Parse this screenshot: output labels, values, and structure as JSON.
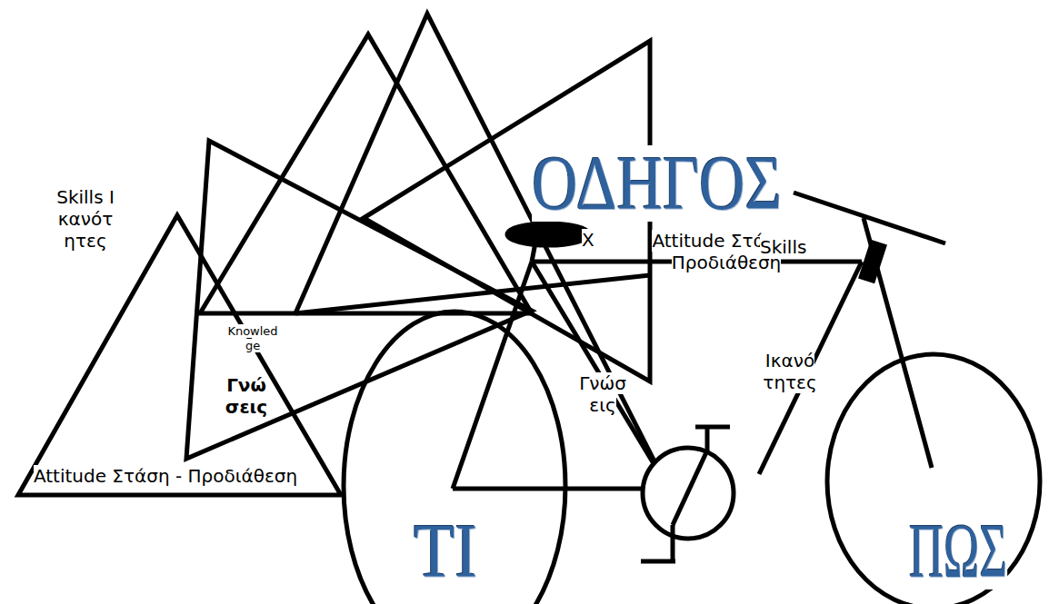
{
  "diagram": {
    "labels": [
      "ΟΔΗΓΟΣ",
      "Skills Ικανότητες",
      "Knowledge",
      "Γνώσεις",
      "Attitude Στάση - Προδιάθεση",
      "X",
      "Attitude Στάση - Προδιάθεση",
      "Skills",
      "Γνώσεις",
      "Ικανότητες",
      "ΤΙ",
      "ΠΩΣ"
    ]
  }
}
